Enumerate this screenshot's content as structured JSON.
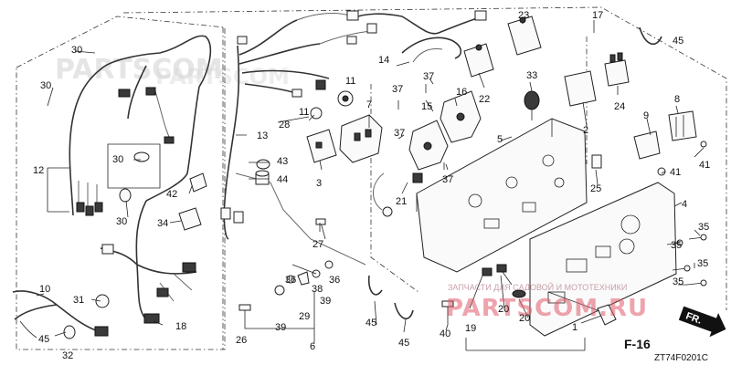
{
  "callouts": {
    "c1": "1",
    "c2": "2",
    "c3": "3",
    "c4": "4",
    "c5": "5",
    "c6": "6",
    "c7": "7",
    "c8": "8",
    "c9": "9",
    "c10": "10",
    "c11a": "11",
    "c11b": "11",
    "c12": "12",
    "c13": "13",
    "c14": "14",
    "c15": "15",
    "c16": "16",
    "c17": "17",
    "c18": "18",
    "c19": "19",
    "c20a": "20",
    "c20b": "20",
    "c21": "21",
    "c22": "22",
    "c23": "23",
    "c24": "24",
    "c25": "25",
    "c26": "26",
    "c27": "27",
    "c28": "28",
    "c29": "29",
    "c30a": "30",
    "c30b": "30",
    "c30c": "30",
    "c30d": "30",
    "c31": "31",
    "c32": "32",
    "c33": "33",
    "c34": "34",
    "c35a": "35",
    "c35b": "35",
    "c35c": "35",
    "c35d": "35",
    "c36a": "36",
    "c36b": "36",
    "c37a": "37",
    "c37b": "37",
    "c37c": "37",
    "c37d": "37",
    "c38": "38",
    "c39a": "39",
    "c39b": "39",
    "c40": "40",
    "c41a": "41",
    "c41b": "41",
    "c42": "42",
    "c43": "43",
    "c44": "44",
    "c45a": "45",
    "c45b": "45",
    "c45c": "45",
    "c45d": "45"
  },
  "reference": {
    "fig_ref": "F-16",
    "drawing_code": "ZT74F0201C",
    "direction": "FR."
  },
  "watermark": {
    "text_small": "ЗАПЧАСТИ ДЛЯ САДОВОЙ И МОТОТЕХНИКИ",
    "text_big": "PARTSCOM.RU",
    "text_ghost": "PARTSCOM"
  },
  "colors": {
    "watermark": "#e05a6a",
    "line": "#222222"
  }
}
